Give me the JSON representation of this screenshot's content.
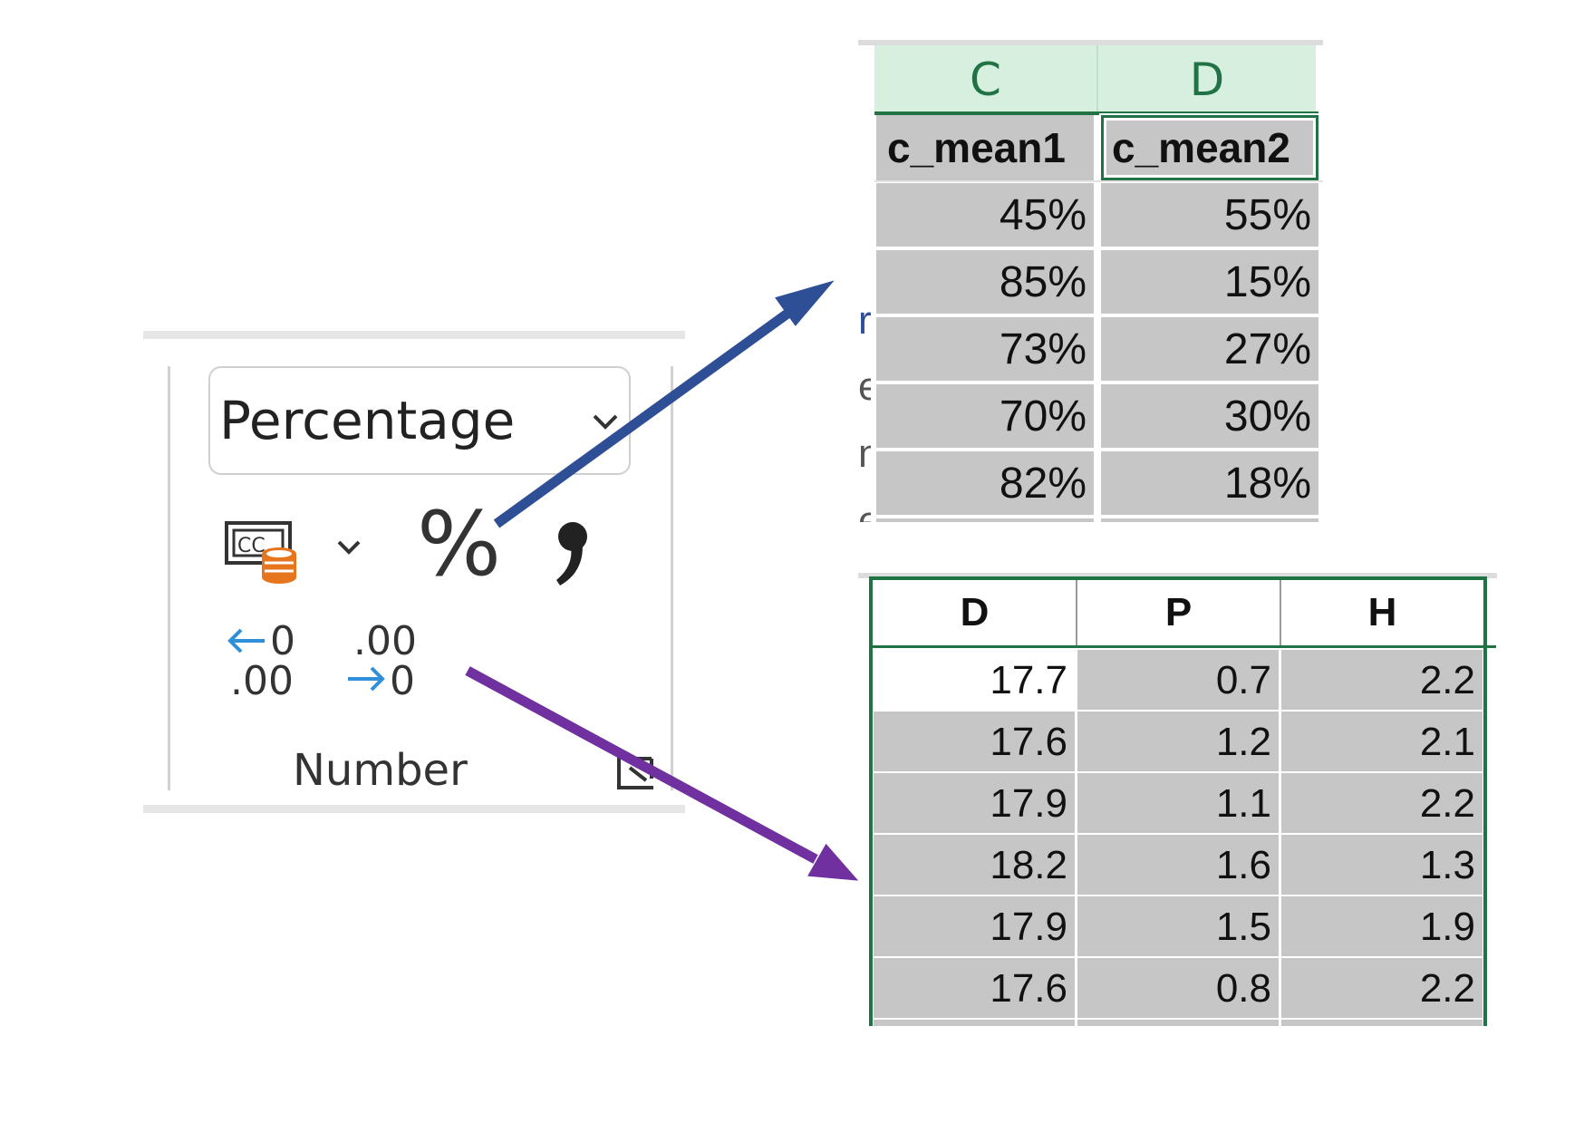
{
  "ribbon": {
    "number_format": "Percentage",
    "group_label": "Number",
    "percent_symbol": "%",
    "increase_decimal": {
      "top": "0",
      "bottom": ".00"
    },
    "decrease_decimal": {
      "top": ".00",
      "bottom": "0"
    },
    "icons": [
      "chevron-down-icon",
      "accounting-format-icon",
      "percent-style-icon",
      "comma-style-icon",
      "increase-decimal-icon",
      "decrease-decimal-icon",
      "dialog-launcher-icon"
    ],
    "colors": {
      "arrow_blue": "#2E4F96",
      "arrow_purple": "#7030A0",
      "excel_green": "#217346"
    }
  },
  "sheet_percent": {
    "columns": [
      "C",
      "D"
    ],
    "headers": [
      "c_mean1",
      "c_mean2"
    ],
    "left_clip": [
      "r",
      "e",
      "n",
      "e"
    ],
    "rows": [
      [
        "45%",
        "55%"
      ],
      [
        "85%",
        "15%"
      ],
      [
        "73%",
        "27%"
      ],
      [
        "70%",
        "30%"
      ],
      [
        "82%",
        "18%"
      ]
    ]
  },
  "sheet_decimal": {
    "headers": [
      "D",
      "P",
      "H"
    ],
    "rows": [
      [
        "17.7",
        "0.7",
        "2.2"
      ],
      [
        "17.6",
        "1.2",
        "2.1"
      ],
      [
        "17.9",
        "1.1",
        "2.2"
      ],
      [
        "18.2",
        "1.6",
        "1.3"
      ],
      [
        "17.9",
        "1.5",
        "1.9"
      ],
      [
        "17.6",
        "0.8",
        "2.2"
      ]
    ]
  }
}
